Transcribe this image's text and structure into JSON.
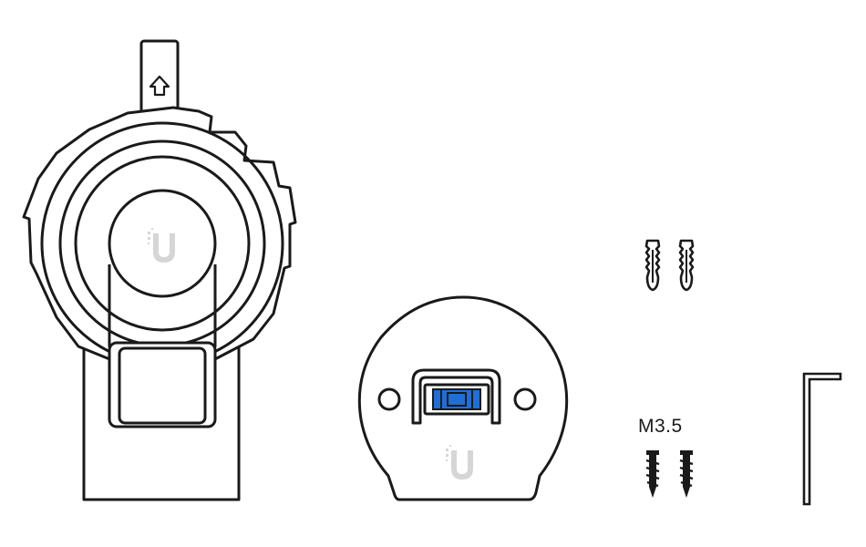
{
  "colors": {
    "ink": "#1a1a1a",
    "level_blue": "#1f6fd6",
    "logo_gray": "#d6d6d6",
    "background": "#ffffff"
  },
  "parts": {
    "camera_mount": {
      "icon": "camera-mount-icon",
      "arrow_icon": "up-arrow-icon",
      "logo_icon": "ubiquiti-logo-icon"
    },
    "mount_base": {
      "icon": "mount-base-plate-icon",
      "level_icon": "bubble-level-icon",
      "logo_icon": "ubiquiti-logo-icon"
    },
    "wall_anchors": {
      "icon": "wall-anchor-icon",
      "count": 2
    },
    "screws": {
      "label": "M3.5",
      "icon": "screw-icon",
      "count": 2
    },
    "hex_key": {
      "icon": "hex-key-icon"
    }
  }
}
